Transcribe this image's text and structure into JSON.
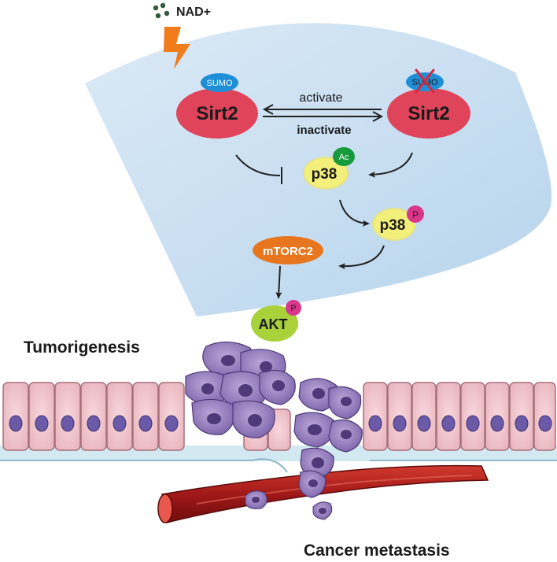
{
  "signal": {
    "label": "NAD+"
  },
  "sirt2_left": {
    "label": "Sirt2",
    "modifier": "SUMO"
  },
  "sirt2_right": {
    "label": "Sirt2",
    "modifier": "SUMO"
  },
  "arrows": {
    "activate": "activate",
    "inactivate": "inactivate"
  },
  "p38_acetyl": {
    "label": "p38",
    "modifier": "Ac"
  },
  "p38_phospho": {
    "label": "p38",
    "modifier": "P"
  },
  "mtorc2": {
    "label": "mTORC2"
  },
  "akt": {
    "label": "AKT",
    "modifier": "P"
  },
  "captions": {
    "tumorigenesis": "Tumorigenesis",
    "metastasis": "Cancer metastasis"
  },
  "colors": {
    "sirt2": "#e0445a",
    "sumo": "#1e8fd6",
    "p38": "#f2ef7a",
    "acetyl": "#169a3c",
    "phospho": "#d9368c",
    "mtorc2": "#e8761e",
    "akt": "#a8d13a",
    "cell": "#f4c9cf",
    "nucleus": "#6b5aa8",
    "tumor": "#9b83c2",
    "vessel": "#b31f1f"
  }
}
